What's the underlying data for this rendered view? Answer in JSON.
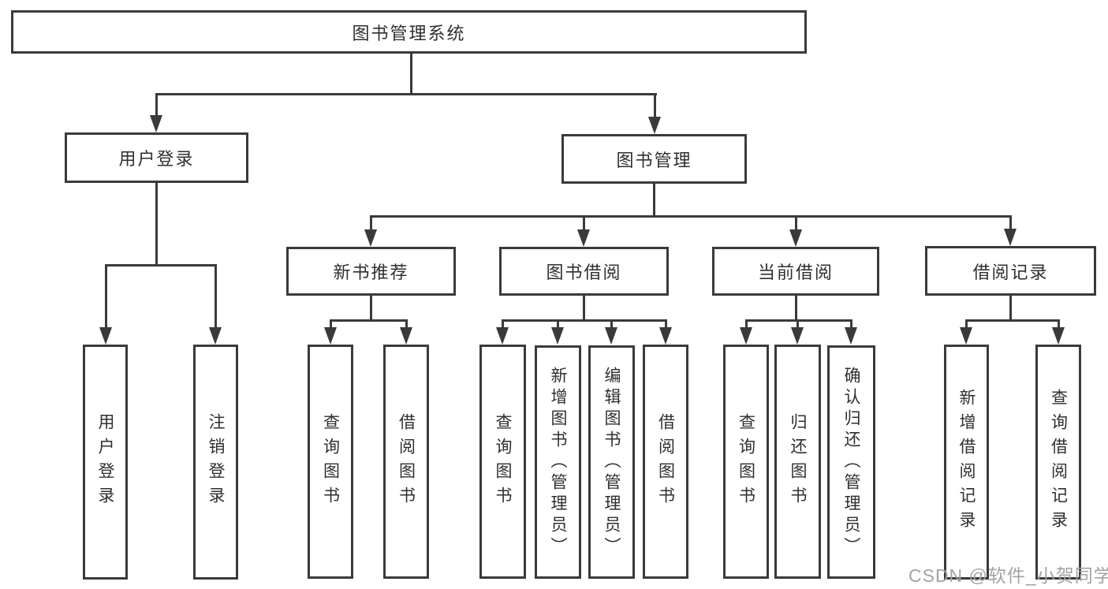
{
  "diagram": {
    "title": "图书管理系统",
    "root": {
      "label": "图书管理系统"
    },
    "branches": [
      {
        "label": "用户登录",
        "children": [
          {
            "label": "用户登录"
          },
          {
            "label": "注销登录"
          }
        ]
      },
      {
        "label": "图书管理",
        "children": [
          {
            "label": "新书推荐",
            "children": [
              {
                "label": "查询图书"
              },
              {
                "label": "借阅图书"
              }
            ]
          },
          {
            "label": "图书借阅",
            "children": [
              {
                "label": "查询图书"
              },
              {
                "label": "新增图书（管理员）"
              },
              {
                "label": "编辑图书（管理员）"
              },
              {
                "label": "借阅图书"
              }
            ]
          },
          {
            "label": "当前借阅",
            "children": [
              {
                "label": "查询图书"
              },
              {
                "label": "归还图书"
              },
              {
                "label": "确认归还（管理员）"
              }
            ]
          },
          {
            "label": "借阅记录",
            "children": [
              {
                "label": "新增借阅记录"
              },
              {
                "label": "查询借阅记录"
              }
            ]
          }
        ]
      }
    ]
  },
  "watermark": {
    "text": "CSDN @软件_小贺同学"
  },
  "colors": {
    "line": "#3a3a3a",
    "box_border": "#3a3a3a",
    "text": "#2f2f2f",
    "watermark": "#a3a3a3",
    "background": "#ffffff"
  }
}
